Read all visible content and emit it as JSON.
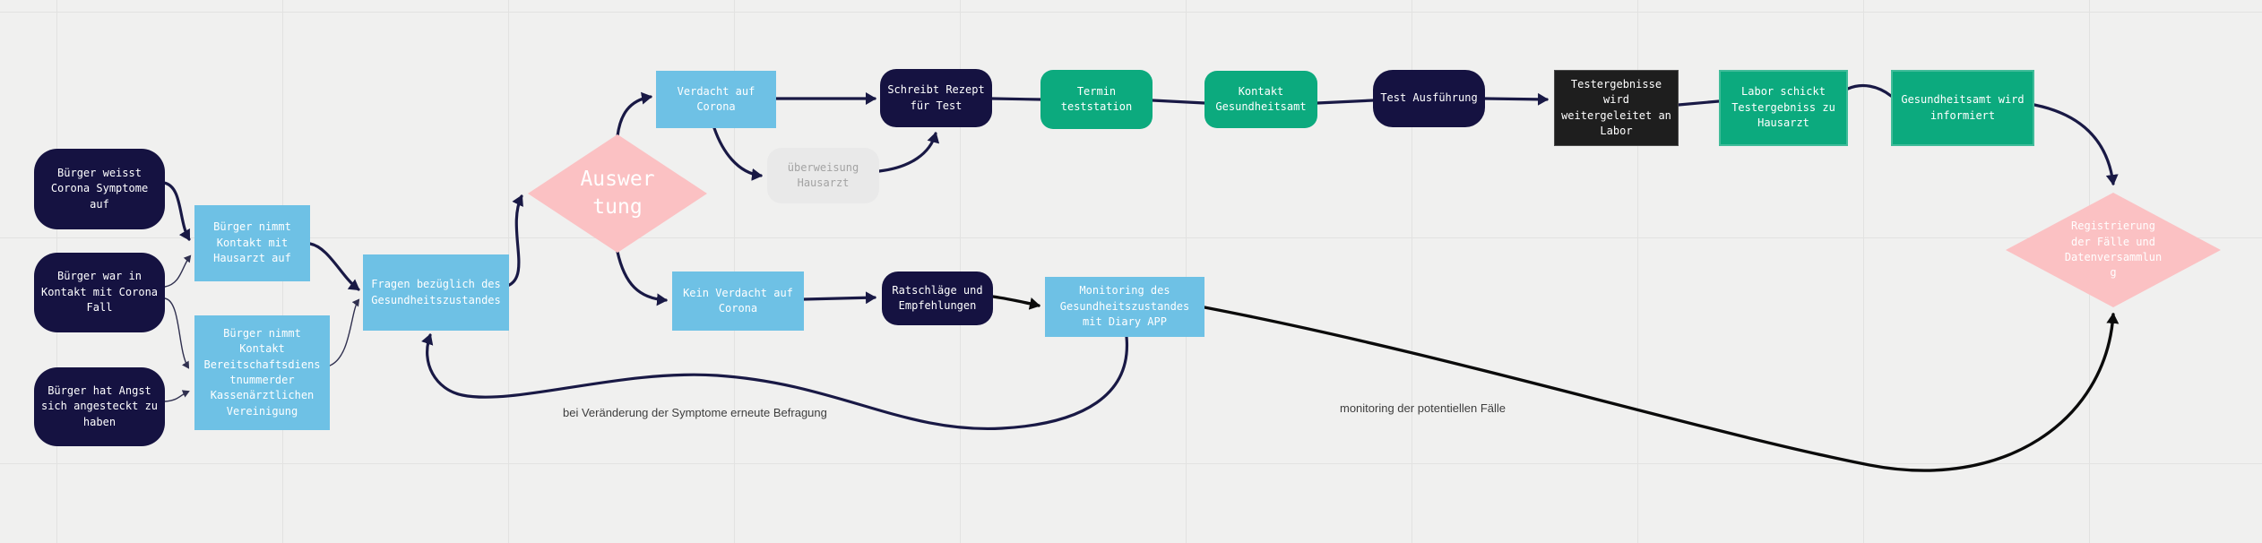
{
  "colors": {
    "background": "#f0f0ef",
    "grid": "#e2e2e1",
    "navy": "#151241",
    "blue": "#6ec1e5",
    "green": "#0caa7e",
    "pink": "#fbc1c3",
    "gray_box": "#e9e9e9",
    "black_box": "#1e1e1e",
    "edge": "#191945",
    "edge_black": "#0b0b0b",
    "annotation_text": "#3d3d3d"
  },
  "nodes": [
    {
      "id": "buerger-symptome",
      "label": "Bürger weisst\nCorona Symptome\nauf"
    },
    {
      "id": "buerger-kontakt-corona-fall",
      "label": "Bürger war in\nKontakt mit Corona\nFall"
    },
    {
      "id": "buerger-angst",
      "label": "Bürger hat Angst\nsich angesteckt zu\nhaben"
    },
    {
      "id": "kontakt-hausarzt",
      "label": "Bürger nimmt\nKontakt mit\nHausarzt auf"
    },
    {
      "id": "kontakt-bereitschaftsdienst",
      "label": "Bürger nimmt\nKontakt\nBereitschaftsdiens\ntnummerder\nKassenärztlichen\nVereinigung"
    },
    {
      "id": "fragen-gesundheitszustand",
      "label": "Fragen bezüglich des\nGesundheitszustandes"
    },
    {
      "id": "auswertung",
      "label": "Auswer\ntung"
    },
    {
      "id": "verdacht-corona",
      "label": "Verdacht auf\nCorona"
    },
    {
      "id": "ueberweisung-hausarzt",
      "label": "überweisung\nHausarzt"
    },
    {
      "id": "schreibt-rezept",
      "label": "Schreibt Rezept\nfür Test"
    },
    {
      "id": "termin-teststation",
      "label": "Termin\nteststation"
    },
    {
      "id": "kontakt-gesundheitsamt",
      "label": "Kontakt\nGesundheitsamt"
    },
    {
      "id": "test-ausfuehrung",
      "label": "Test Ausführung"
    },
    {
      "id": "testergebnisse-labor",
      "label": "Testergebnisse\nwird\nweitergeleitet an\nLabor"
    },
    {
      "id": "labor-schickt",
      "label": "Labor schickt\nTestergebniss zu\nHausarzt"
    },
    {
      "id": "gesundheitsamt-informiert",
      "label": "Gesundheitsamt wird\ninformiert"
    },
    {
      "id": "registrierung",
      "label": "Registrierung\nder Fälle und\nDatenversammlun\ng"
    },
    {
      "id": "kein-verdacht",
      "label": "Kein Verdacht auf\nCorona"
    },
    {
      "id": "ratschlaege",
      "label": "Ratschläge und\nEmpfehlungen"
    },
    {
      "id": "monitoring-diary",
      "label": "Monitoring des\nGesundheitszustandes\nmit Diary APP"
    }
  ],
  "annotations": [
    {
      "id": "befragung-note",
      "text": "bei Veränderung der Symptome erneute Befragung"
    },
    {
      "id": "monitoring-note",
      "text": "monitoring der potentiellen Fälle"
    }
  ],
  "edges": [
    {
      "from": "buerger-symptome",
      "to": "kontakt-hausarzt"
    },
    {
      "from": "buerger-kontakt-corona-fall",
      "to": "kontakt-hausarzt"
    },
    {
      "from": "buerger-kontakt-corona-fall",
      "to": "kontakt-bereitschaftsdienst"
    },
    {
      "from": "buerger-angst",
      "to": "kontakt-bereitschaftsdienst"
    },
    {
      "from": "kontakt-hausarzt",
      "to": "fragen-gesundheitszustand"
    },
    {
      "from": "kontakt-bereitschaftsdienst",
      "to": "fragen-gesundheitszustand"
    },
    {
      "from": "fragen-gesundheitszustand",
      "to": "auswertung"
    },
    {
      "from": "auswertung",
      "to": "verdacht-corona"
    },
    {
      "from": "auswertung",
      "to": "kein-verdacht"
    },
    {
      "from": "verdacht-corona",
      "to": "ueberweisung-hausarzt"
    },
    {
      "from": "verdacht-corona",
      "to": "schreibt-rezept"
    },
    {
      "from": "ueberweisung-hausarzt",
      "to": "schreibt-rezept"
    },
    {
      "from": "schreibt-rezept",
      "to": "termin-teststation"
    },
    {
      "from": "termin-teststation",
      "to": "kontakt-gesundheitsamt"
    },
    {
      "from": "kontakt-gesundheitsamt",
      "to": "test-ausfuehrung"
    },
    {
      "from": "test-ausfuehrung",
      "to": "testergebnisse-labor"
    },
    {
      "from": "testergebnisse-labor",
      "to": "labor-schickt"
    },
    {
      "from": "labor-schickt",
      "to": "gesundheitsamt-informiert"
    },
    {
      "from": "gesundheitsamt-informiert",
      "to": "registrierung"
    },
    {
      "from": "kein-verdacht",
      "to": "ratschlaege"
    },
    {
      "from": "ratschlaege",
      "to": "monitoring-diary"
    },
    {
      "from": "monitoring-diary",
      "to": "registrierung"
    },
    {
      "from": "monitoring-diary",
      "to": "fragen-gesundheitszustand"
    }
  ]
}
